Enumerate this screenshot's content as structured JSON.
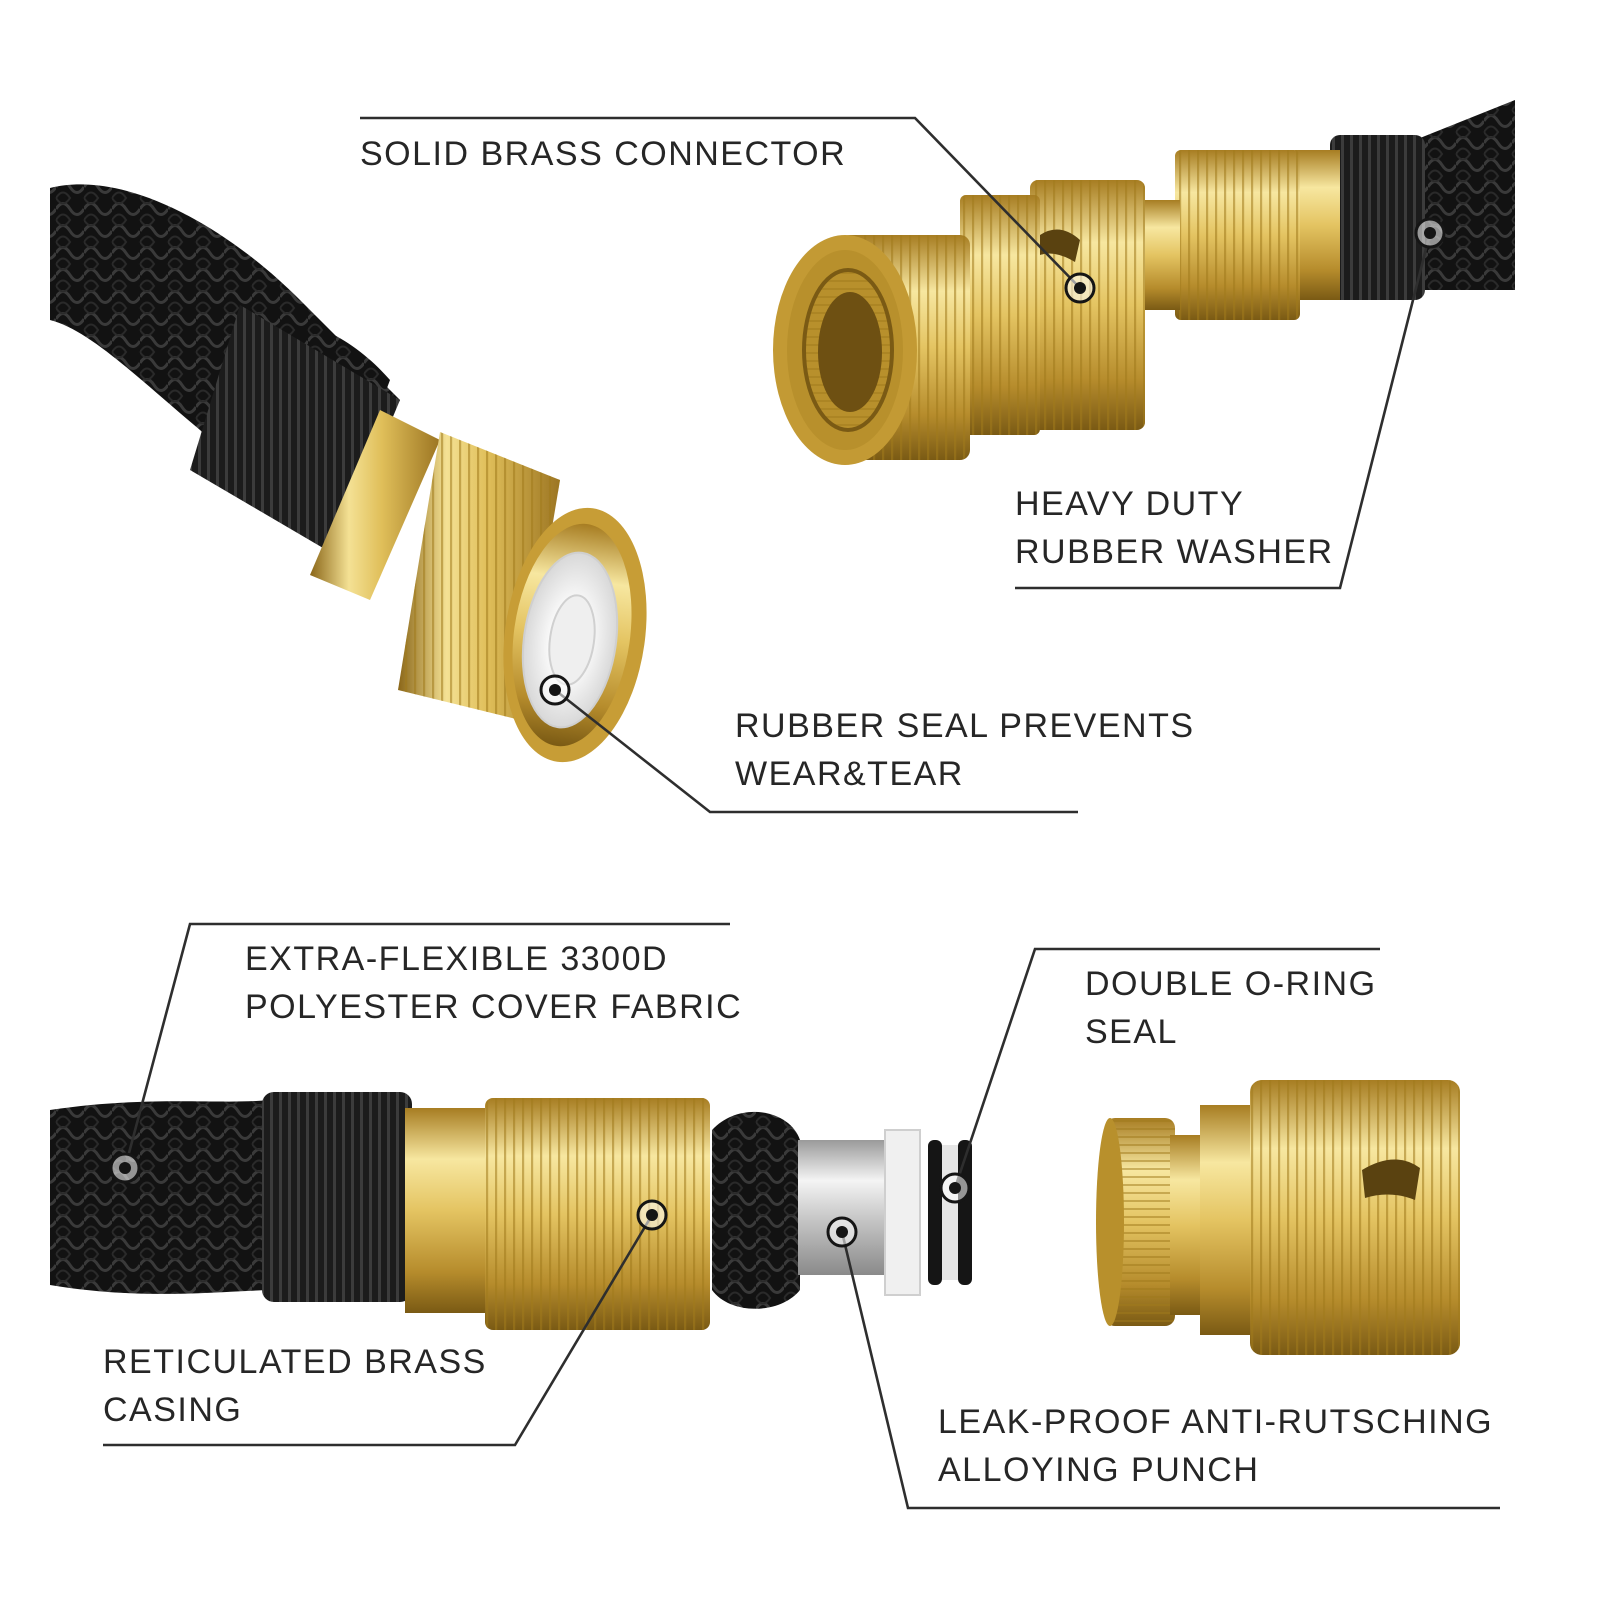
{
  "colors": {
    "brass_light": "#f6e39a",
    "brass_mid": "#dcb84a",
    "brass_dark": "#9a7420",
    "fabric": "#141414",
    "rubber": "#222222",
    "washer": "#f2f2f2",
    "line": "#2e2e2e",
    "text": "#262626"
  },
  "callouts": [
    {
      "id": "solid-brass-connector",
      "lines": [
        "SOLID BRASS CONNECTOR"
      ]
    },
    {
      "id": "heavy-duty-rubber-washer",
      "lines": [
        "HEAVY DUTY",
        "RUBBER WASHER"
      ]
    },
    {
      "id": "rubber-seal",
      "lines": [
        "RUBBER SEAL PREVENTS",
        "WEAR&TEAR"
      ]
    },
    {
      "id": "cover-fabric",
      "lines": [
        "EXTRA-FLEXIBLE 3300D",
        "POLYESTER COVER FABRIC"
      ]
    },
    {
      "id": "double-o-ring-seal",
      "lines": [
        "DOUBLE O-RING",
        "SEAL"
      ]
    },
    {
      "id": "reticulated-brass-casing",
      "lines": [
        "RETICULATED BRASS",
        "CASING"
      ]
    },
    {
      "id": "leak-proof-punch",
      "lines": [
        "LEAK-PROOF ANTI-RUTSCHING",
        "ALLOYING PUNCH"
      ]
    }
  ]
}
